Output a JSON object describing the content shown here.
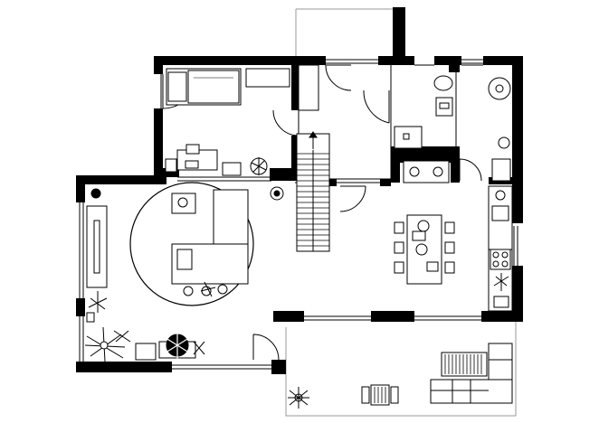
{
  "plan": {
    "description_label": "",
    "colors": {
      "wall": "#000000",
      "line": "#000000",
      "floor": "#ffffff",
      "furniture": "#ffffff",
      "thin": "#9a9a9a"
    },
    "rooms": [
      {
        "id": "bedroom",
        "name": ""
      },
      {
        "id": "hall",
        "name": ""
      },
      {
        "id": "bathroom",
        "name": ""
      },
      {
        "id": "wc",
        "name": ""
      },
      {
        "id": "living-room",
        "name": ""
      },
      {
        "id": "kitchen-dining",
        "name": ""
      },
      {
        "id": "conservatory",
        "name": ""
      },
      {
        "id": "terrace",
        "name": ""
      }
    ],
    "icons": [
      "bed-icon",
      "desk-icon",
      "sofa-icon",
      "dining-table-icon",
      "plant-icon",
      "toilet-icon",
      "bathtub-icon",
      "stove-icon",
      "sink-icon",
      "staircase-icon",
      "outdoor-sofa-icon",
      "sun-lounger-icon",
      "armchair-icon"
    ]
  }
}
